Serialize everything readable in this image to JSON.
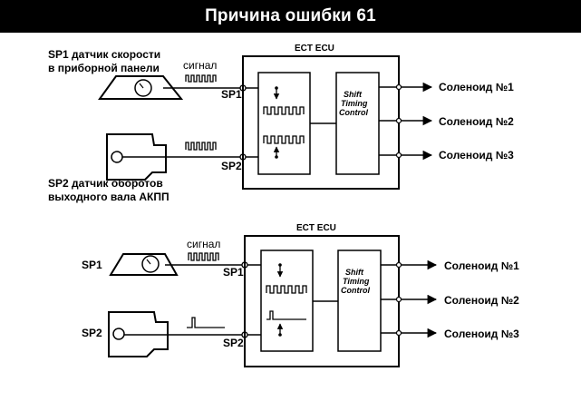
{
  "title": "Причина ошибки 61",
  "top": {
    "sp1_desc_line1": "SP1 датчик скорости",
    "sp1_desc_line2": "в приборной панели",
    "sp2_desc_line1": "SP2 датчик оборотов",
    "sp2_desc_line2": "выходного вала АКПП",
    "signal_label": "сигнал",
    "ecu_label": "ECT ECU",
    "sp1_port": "SP1",
    "sp2_port": "SP2",
    "stc_line1": "Shift",
    "stc_line2": "Timing",
    "stc_line3": "Control",
    "solenoids": [
      "Соленоид №1",
      "Соленоид №2",
      "Соленоид №3"
    ]
  },
  "bottom": {
    "sp1_label": "SP1",
    "sp2_label": "SP2",
    "signal_label": "сигнал",
    "ecu_label": "ECT ECU",
    "sp1_port": "SP1",
    "sp2_port": "SP2",
    "stc_line1": "Shift",
    "stc_line2": "Timing",
    "stc_line3": "Control",
    "solenoids": [
      "Соленоид №1",
      "Соленоид №2",
      "Соленоид №3"
    ]
  }
}
